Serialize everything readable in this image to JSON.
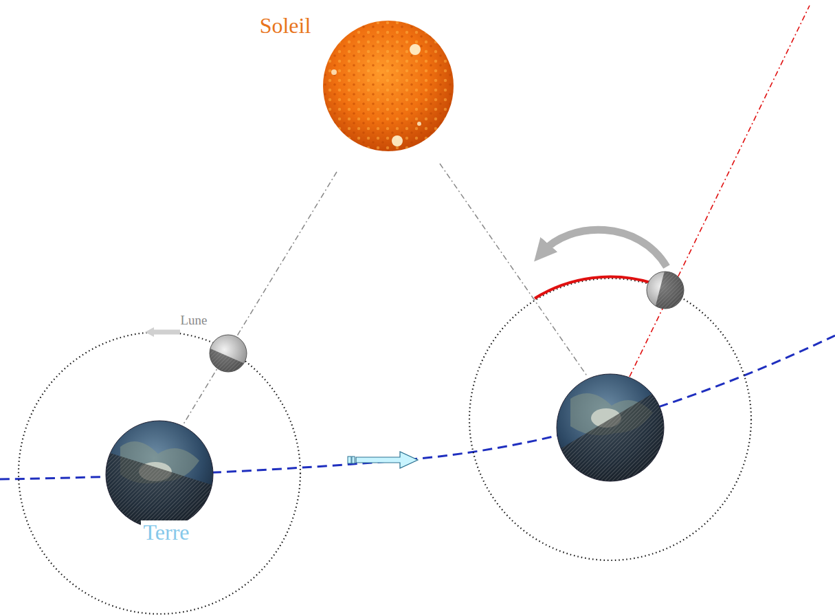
{
  "diagram": {
    "labels": [
      "Soleil",
      "Lune",
      "Terre"
    ]
  }
}
